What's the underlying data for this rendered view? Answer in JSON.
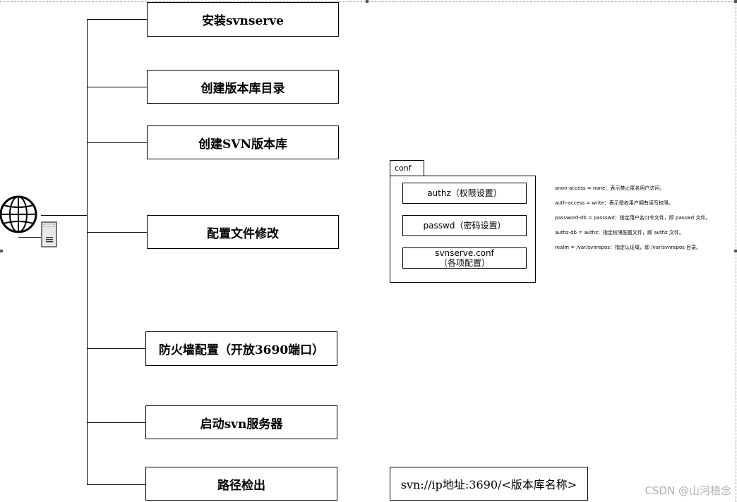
{
  "steps": [
    {
      "label": "安装svnserve"
    },
    {
      "label": "创建版本库目录"
    },
    {
      "label": "创建SVN版本库"
    },
    {
      "label": "配置文件修改"
    },
    {
      "label": "防火墙配置（开放3690端口）"
    },
    {
      "label": "启动svn服务器"
    },
    {
      "label": "路径检出"
    }
  ],
  "conf_folder": {
    "tab_label": "conf",
    "files": [
      {
        "label": "authz（权限设置）"
      },
      {
        "label": "passwd（密码设置）"
      },
      {
        "label_line1": "svnserve.conf",
        "label_line2": "（各项配置）"
      }
    ]
  },
  "notes": [
    "anon-access = none：表示禁止匿名用户访问。",
    "auth-access = write：表示授权用户拥有读写权限。",
    "password-db = passswd：指定用户名口令文件，即 passwd 文件。",
    "authz-db = authz：指定权限配置文件，即 authz 文件。",
    "realm = /var/svnrepos：指定认证域，即 /var/svnrepos 目录。"
  ],
  "checkout_url": "svn://ip地址:3690/<版本库名称>",
  "watermark": "CSDN @山河梧念",
  "icons": {
    "globe": "globe-icon",
    "server": "server-icon"
  }
}
